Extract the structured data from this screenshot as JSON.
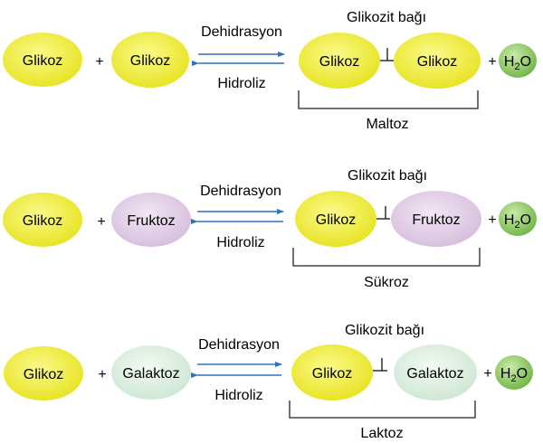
{
  "colors": {
    "glucose": "#f0ee3a",
    "fructose": "#e3cfe8",
    "galactose": "#dcefe0",
    "water": "#88c55a",
    "arrow": "#2b72c4",
    "line": "#222222"
  },
  "rows": [
    {
      "left_a": "Glikoz",
      "plus_1": "+",
      "left_b": "Glikoz",
      "forward": "Dehidrasyon",
      "reverse": "Hidroliz",
      "bond": "Glikozit bağı",
      "right_a": "Glikoz",
      "right_b": "Glikoz",
      "plus_2": "+",
      "water_main": "H",
      "water_sub": "2",
      "water_end": "O",
      "product": "Maltoz"
    },
    {
      "left_a": "Glikoz",
      "plus_1": "+",
      "left_b": "Fruktoz",
      "forward": "Dehidrasyon",
      "reverse": "Hidroliz",
      "bond": "Glikozit bağı",
      "right_a": "Glikoz",
      "right_b": "Fruktoz",
      "plus_2": "+",
      "water_main": "H",
      "water_sub": "2",
      "water_end": "O",
      "product": "Sükroz"
    },
    {
      "left_a": "Glikoz",
      "plus_1": "+",
      "left_b": "Galaktoz",
      "forward": "Dehidrasyon",
      "reverse": "Hidroliz",
      "bond": "Glikozit bağı",
      "right_a": "Glikoz",
      "right_b": "Galaktoz",
      "plus_2": "+",
      "water_main": "H",
      "water_sub": "2",
      "water_end": "O",
      "product": "Laktoz"
    }
  ]
}
